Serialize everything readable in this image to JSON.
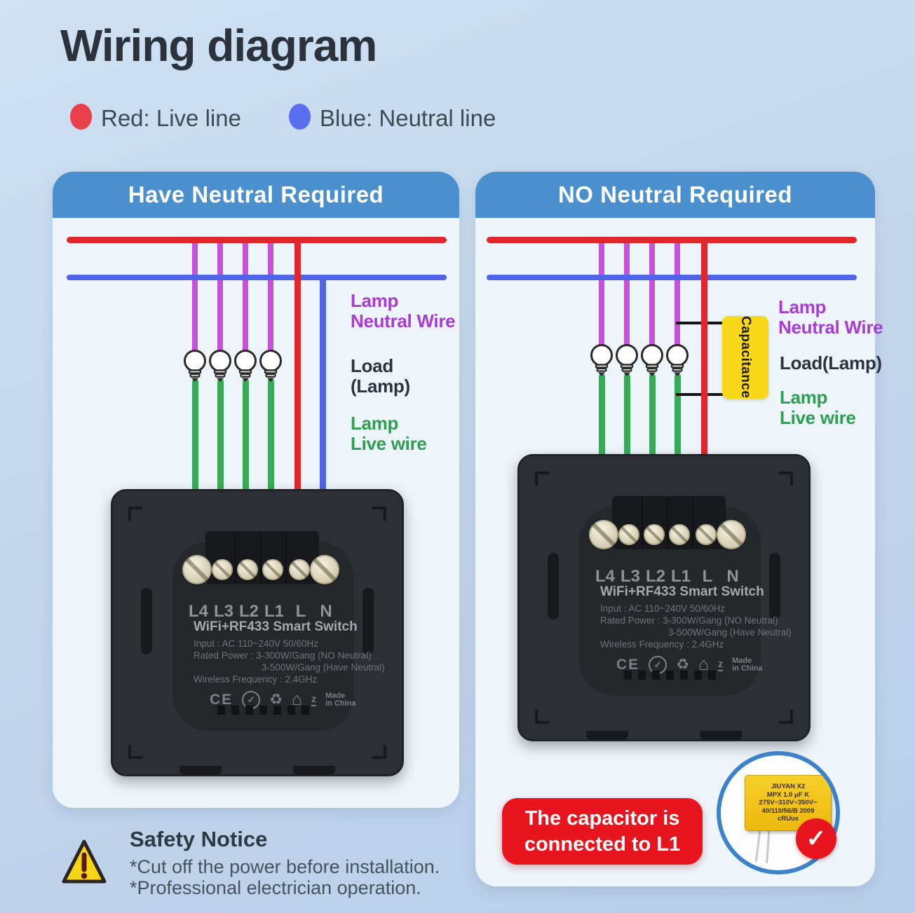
{
  "page": {
    "title": "Wiring diagram",
    "legend": {
      "live": "Red: Live line",
      "neutral": "Blue: Neutral line"
    }
  },
  "panels": {
    "left": {
      "header": "Have Neutral Required",
      "lamp_neutral_label_1": "Lamp",
      "lamp_neutral_label_2": "Neutral Wire",
      "load_label_1": "Load",
      "load_label_2": "(Lamp)",
      "lamp_live_label_1": "Lamp",
      "lamp_live_label_2": "Live wire"
    },
    "right": {
      "header": "NO Neutral Required",
      "lamp_neutral_label_1": "Lamp",
      "lamp_neutral_label_2": "Neutral Wire",
      "load_label": "Load(Lamp)",
      "lamp_live_label_1": "Lamp",
      "lamp_live_label_2": "Live wire",
      "capacitance_label": "Capacitance",
      "note_line_1": "The capacitor is",
      "note_line_2": "connected to L1",
      "capacitor": {
        "brand": "JIUYAN  X2",
        "spec": "MPX  1.0 μF  K",
        "voltage": "275V~310V~350V~",
        "code": "40/110/56/B   2009",
        "certs": "cRUus"
      }
    }
  },
  "smart_switch": {
    "terminals": [
      "L4",
      "L3",
      "L2",
      "L1",
      "L",
      "N"
    ],
    "title": "WiFi+RF433 Smart Switch",
    "spec_input": "Input : AC 110~240V  50/60Hz",
    "spec_power_1": "Rated Power : 3-300W/Gang  (NO Neutral)",
    "spec_power_2": "3-500W/Gang  (Have Neutral)",
    "spec_frequency": "Wireless Frequency : 2.4GHz",
    "made_in_1": "Made",
    "made_in_2": "in China"
  },
  "safety": {
    "title": "Safety Notice",
    "line_1": "*Cut off the power before installation.",
    "line_2": "*Professional electrician operation."
  },
  "icons": {
    "ce_mark": "CE",
    "check_circle": "✓",
    "recycle": "♻",
    "house": "⌂",
    "z_mark": "z",
    "checkmark_badge": "✓",
    "warning_mark": "!"
  },
  "colors": {
    "live_red": "#e0272d",
    "neutral_blue": "#4f63e6",
    "lamp_neutral_purple": "#c653e0",
    "lamp_live_green": "#3aaa58",
    "capacitance_yellow": "#f8d91a",
    "header_blue": "#4a8fce",
    "note_red": "#e8141e"
  }
}
